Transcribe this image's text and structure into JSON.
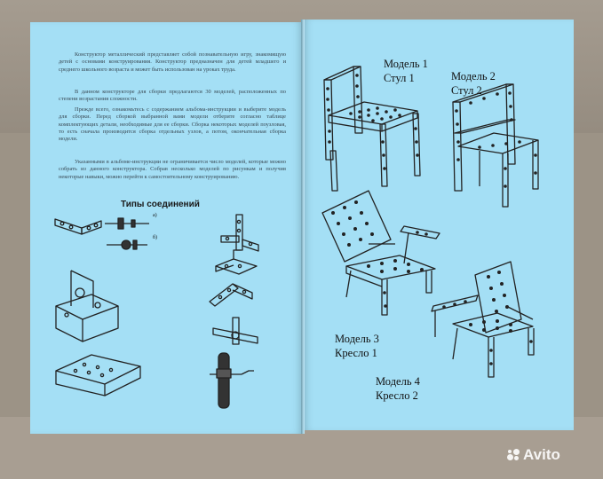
{
  "left_page": {
    "paragraphs": [
      "Конструктор металлический представляет собой познавательную игру, знакомящую детей с основами конструирования. Конструктор предназначен для детей младшего и среднего школьного возраста и может быть использован на уроках труда.",
      "В данном конструкторе для сборки предлагаются 30 моделей, расположенных по степени возрастания сложности.",
      "Прежде всего, ознакомьтесь с содержанием альбома-инструкции и выберите модель для сборки. Перед сборкой выбранной вами модели отберите согласно таблице комплектующих детали, необходимые для ее сборки. Сборка некоторых моделей поузловая, то есть сначала производится сборка отдельных узлов, а потом, окончательная сборка модели.",
      "Указанными в альбоме-инструкции не ограничивается число моделей, которые можно собрать из данного конструктора. Собрав несколько моделей по рисункам и получив некоторые навыки, можно перейти к самостоятельному конструированию."
    ],
    "heading": "Типы соединений",
    "variant_a": "а)",
    "variant_b": "б)"
  },
  "right_page": {
    "models": [
      {
        "number": "Модель 1",
        "name": "Стул 1"
      },
      {
        "number": "Модель 2",
        "name": "Стул 2"
      },
      {
        "number": "Модель 3",
        "name": "Кресло 1"
      },
      {
        "number": "Модель 4",
        "name": "Кресло 2"
      }
    ]
  },
  "watermark": {
    "text": "Avito"
  },
  "colors": {
    "page": "#a4dff5",
    "background": "#9c9386",
    "ink": "#111111"
  }
}
